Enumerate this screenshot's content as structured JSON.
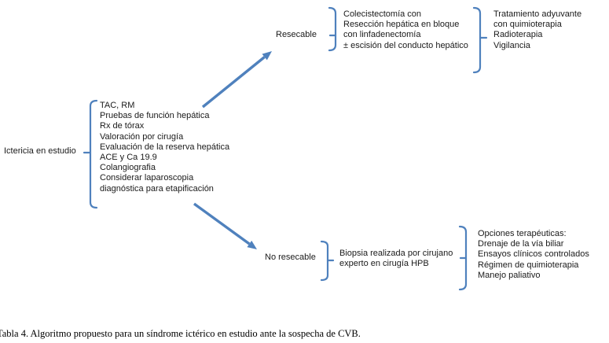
{
  "colors": {
    "accent_blue": "#4f81bd",
    "text": "#1a1a1a",
    "background": "#ffffff"
  },
  "root": {
    "label": "Ictericia en estudio"
  },
  "workup": {
    "lines": [
      "TAC, RM",
      "Pruebas de función hepática",
      "Rx de tórax",
      "Valoración por cirugía",
      "Evaluación de la reserva hepática",
      "ACE y Ca 19.9",
      "Colangiografia",
      "Considerar laparoscopia",
      "diagnóstica para etapificación"
    ]
  },
  "resectable_branch": {
    "label": "Resecable",
    "surgery_lines": [
      "Colecistectomía con",
      "Resección hepática en bloque",
      "con linfadenectomía",
      "± escisión del conducto hepático"
    ],
    "adjuvant_lines": [
      "Tratamiento adyuvante",
      "con quimioterapia",
      "Radioterapia",
      "Vigilancia"
    ]
  },
  "unresectable_branch": {
    "label": "No resecable",
    "biopsy_lines": [
      "Biopsia realizada por cirujano",
      "experto en cirugía HPB"
    ],
    "options_lines": [
      "Opciones terapéuticas:",
      "Drenaje de la vía biliar",
      "Ensayos clínicos controlados",
      "Régimen de quimioterapia",
      "Manejo paliativo"
    ]
  },
  "caption": {
    "text": "Tabla 4. Algoritmo propuesto para un síndrome ictérico en estudio ante la sospecha de CVB."
  }
}
